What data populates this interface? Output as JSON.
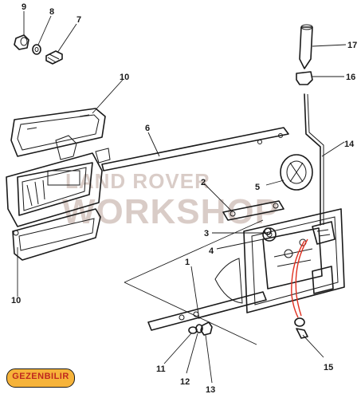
{
  "callouts": {
    "c1": "1",
    "c2": "2",
    "c3": "3",
    "c4": "4",
    "c5": "5",
    "c6": "6",
    "c7": "7",
    "c8": "8",
    "c9": "9",
    "c10a": "10",
    "c10b": "10",
    "c11": "11",
    "c12": "12",
    "c13": "13",
    "c14": "14",
    "c15": "15",
    "c16": "16",
    "c17": "17"
  },
  "watermark": {
    "line1": "LAND ROVER",
    "line2": "WORKSHOP"
  },
  "logo": {
    "text": "GEZENBILIR"
  },
  "colors": {
    "line": "#1a1a1a",
    "wire": "#e03020",
    "watermark": "#7a4a3a",
    "logo_bg": "#f6b33a",
    "logo_text": "#c0281e"
  }
}
